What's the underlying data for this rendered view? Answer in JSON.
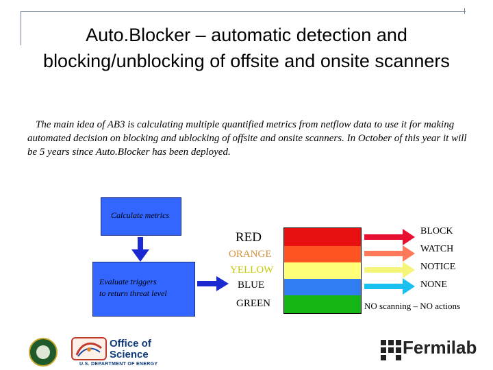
{
  "title": "Auto.Blocker – automatic detection and blocking/unblocking of offsite and onsite scanners",
  "intro": "The main idea of AB3 is calculating multiple quantified metrics from netflow data to use it for making automated decision on blocking and ublocking of offsite and onsite scanners. In October of this year it will be 5 years since Auto.Blocker  has been deployed.",
  "boxes": {
    "calculate": "Calculate metrics",
    "evaluate_line1": "Evaluate triggers",
    "evaluate_line2": "to return threat level"
  },
  "levels": [
    {
      "label": "RED",
      "color": "#000000"
    },
    {
      "label": "ORANGE",
      "color": "#d7913a"
    },
    {
      "label": "YELLOW",
      "color": "#c8c800"
    },
    {
      "label": "BLUE",
      "color": "#000000"
    },
    {
      "label": "GREEN",
      "color": "#000000"
    }
  ],
  "bands": [
    {
      "name": "red",
      "color": "#e81010"
    },
    {
      "name": "orange",
      "color": "#ff5522"
    },
    {
      "name": "yellow",
      "color": "#ffff7a"
    },
    {
      "name": "blue",
      "color": "#2f7df0"
    },
    {
      "name": "green",
      "color": "#14b514"
    }
  ],
  "actions": [
    {
      "label": "BLOCK",
      "arrow_color": "#e81030"
    },
    {
      "label": "WATCH",
      "arrow_color": "#ff7a5a"
    },
    {
      "label": "NOTICE",
      "arrow_color": "#f5f57a"
    },
    {
      "label": "NONE",
      "arrow_color": "#19c0f0"
    }
  ],
  "green_action": "NO scanning – NO actions",
  "logos": {
    "office_of_science_line1": "Office of",
    "office_of_science_line2": "Science",
    "office_of_science_dept": "U.S. DEPARTMENT OF ENERGY",
    "fermilab": "Fermilab"
  },
  "accent_blue": "#3366ff",
  "arrow_dark_blue": "#1a2ad0"
}
